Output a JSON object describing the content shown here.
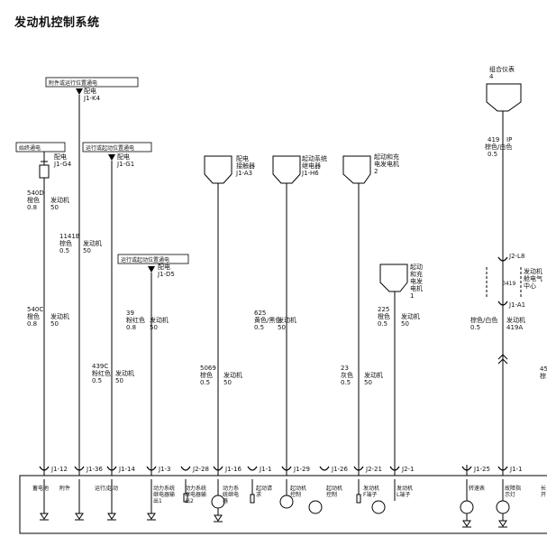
{
  "title": "发动机控制系统",
  "power_sources": {
    "accessory_run": "附件或运行位置通电",
    "always_hot": "始终通电",
    "run_crank": "运行或起动位置通电",
    "run_crank_2": "运行或起动位置通电"
  },
  "fuses": {
    "k4": [
      "配电",
      "J1-K4"
    ],
    "g4": [
      "配电",
      "J1-G4"
    ],
    "g1": [
      "配电",
      "J1-G1"
    ],
    "d5": [
      "配电",
      "J1-D5"
    ]
  },
  "modules": {
    "a3": [
      "配电",
      "接触器",
      "J1-A3"
    ],
    "h6": [
      "起动系统",
      "继电器",
      "J1-H6"
    ],
    "gen": [
      "起动和充",
      "电发电机",
      "2"
    ],
    "gen_l": [
      "起动",
      "和充",
      "电发",
      "电机",
      "1"
    ],
    "cluster": [
      "组合仪表",
      "4"
    ]
  },
  "wires": [
    {
      "circuit": "540D",
      "color": "橙色",
      "gauge": "0.8",
      "sys": "发动机",
      "sys2": "50"
    },
    {
      "circuit": "540C",
      "color": "橙色",
      "gauge": "0.8",
      "sys": "发动机",
      "sys2": "50"
    },
    {
      "circuit": "1141B",
      "color": "棕色",
      "gauge": "0.5",
      "sys": "发动机",
      "sys2": "50"
    },
    {
      "circuit": "439C",
      "color": "粉红色",
      "gauge": "0.5",
      "sys": "发动机",
      "sys2": "50"
    },
    {
      "circuit": "39",
      "color": "粉红色",
      "gauge": "0.8",
      "sys": "发动机",
      "sys2": "50"
    },
    {
      "circuit": "5069",
      "color": "棕色",
      "gauge": "0.5",
      "sys": "发动机",
      "sys2": "50"
    },
    {
      "circuit": "625",
      "color": "黄色/黑色",
      "gauge": "0.5",
      "sys": "发动机",
      "sys2": "50"
    },
    {
      "circuit": "23",
      "color": "灰色",
      "gauge": "0.5",
      "sys": "发动机",
      "sys2": "50"
    },
    {
      "circuit": "225",
      "color": "橙色",
      "gauge": "0.5",
      "sys": "发动机",
      "sys2": "50"
    },
    {
      "circuit": "419",
      "color": "棕色/白色",
      "gauge": "0.5",
      "sys": "IP",
      "sys2": ""
    },
    {
      "circuit": "419",
      "color": "棕色/白色",
      "gauge": "0.5",
      "sys": "发动机",
      "sys2": "419A"
    }
  ],
  "splice": {
    "top": "J2-L8",
    "bottom": "J1-A1",
    "label": [
      "发动机",
      "舱电气",
      "中心"
    ],
    "wire": "0419"
  },
  "cut_text": [
    "45",
    "棕"
  ],
  "pins": [
    "J1-12",
    "J1-36",
    "J1-14",
    "J1-3",
    "J2-28",
    "J1-16",
    "J1-1",
    "J1-29",
    "J1-26",
    "J2-21",
    "J2-1",
    "J1-25",
    "J1-1"
  ],
  "ecm_labels": [
    [
      "蓄电池"
    ],
    [
      "附件"
    ],
    [
      "运行/起动"
    ],
    [
      "动力系统",
      "继电器输",
      "出1"
    ],
    [
      "动力系统",
      "继电器输",
      "出2"
    ],
    [
      "动力系",
      "统继电",
      "器"
    ],
    [
      "起动请",
      "求"
    ],
    [
      "起动机",
      "控制"
    ],
    [
      "起动机",
      "控制"
    ],
    [
      "发动机",
      "F端子"
    ],
    [
      "发动机",
      "L端子"
    ],
    [
      "转速表"
    ],
    [
      "故障指",
      "示灯"
    ],
    [
      "长",
      "开"
    ]
  ]
}
